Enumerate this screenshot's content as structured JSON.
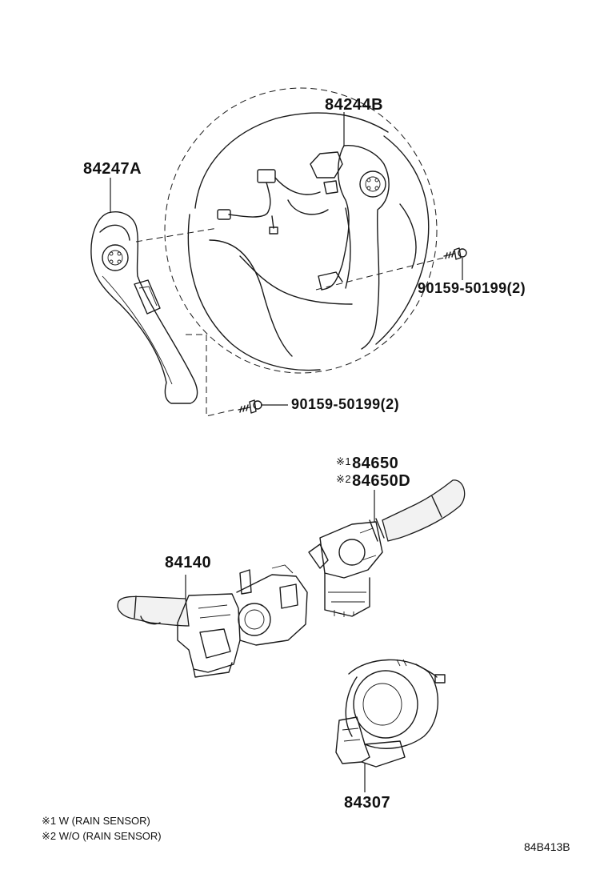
{
  "parts": {
    "p84244B": "84244B",
    "p84247A": "84247A",
    "p90159_upper": "90159-50199(2)",
    "p90159_lower": "90159-50199(2)",
    "p84650_mark": "※1",
    "p84650": "84650",
    "p84650D_mark": "※2",
    "p84650D": "84650D",
    "p84140": "84140",
    "p84307": "84307"
  },
  "notes": {
    "note1": "※1 W (RAIN SENSOR)",
    "note2": "※2 W/O (RAIN SENSOR)"
  },
  "diagram_code": "84B413B"
}
